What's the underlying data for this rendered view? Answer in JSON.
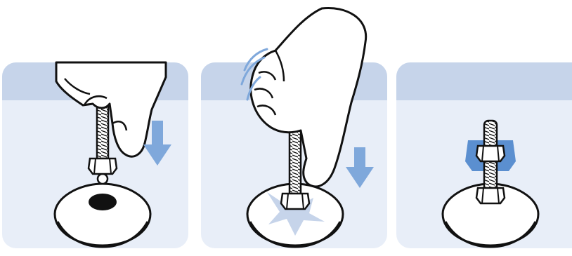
{
  "figure": {
    "panels": [
      {
        "id": "step-1",
        "action": "insert-foot-onto-threaded-stem"
      },
      {
        "id": "step-2",
        "action": "press-down-to-seat"
      },
      {
        "id": "step-3",
        "action": "tighten-hex-nut"
      }
    ],
    "colors": {
      "panel_background": "#e8eef8",
      "panel_band": "#c6d4ea",
      "arrow": "#7fa8db",
      "nut_highlight": "#5b8fd0",
      "outline": "#111111",
      "fill": "#ffffff",
      "base_hole": "#111111"
    },
    "icons": [
      "hand-icon",
      "threaded-stem-icon",
      "hex-nut-icon",
      "leveling-foot-icon",
      "down-arrow-icon",
      "impact-burst-icon",
      "motion-lines-icon"
    ]
  }
}
